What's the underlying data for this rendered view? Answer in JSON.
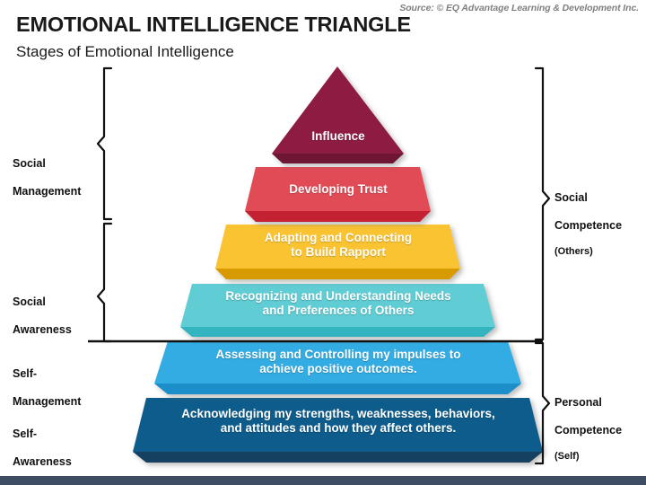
{
  "header": {
    "title": "EMOTIONAL INTELLIGENCE TRIANGLE",
    "subtitle": "Stages of Emotional Intelligence",
    "source": "Source: © EQ Advantage Learning & Development Inc."
  },
  "left_labels": [
    {
      "id": "social-management",
      "line1": "Social",
      "line2": "Management"
    },
    {
      "id": "social-awareness",
      "line1": "Social",
      "line2": "Awareness"
    },
    {
      "id": "self-management",
      "line1": "Self-",
      "line2": "Management"
    },
    {
      "id": "self-awareness",
      "line1": "Self-",
      "line2": "Awareness"
    }
  ],
  "right_labels": [
    {
      "id": "social-competence",
      "line1": "Social",
      "line2": "Competence",
      "line3": "(Others)"
    },
    {
      "id": "personal-competence",
      "line1": "Personal",
      "line2": "Competence",
      "line3": "(Self)"
    }
  ],
  "chart_data": {
    "type": "pyramid",
    "title": "EMOTIONAL INTELLIGENCE TRIANGLE",
    "subtitle": "Stages of Emotional Intelligence",
    "orientation": "apex-up",
    "levels": 6,
    "layers": [
      {
        "index": 1,
        "label": "Influence",
        "color": "#8E1F43",
        "side_color": "#6F1634",
        "stage": "Social Management",
        "competence": "Social Competence (Others)"
      },
      {
        "index": 2,
        "label": "Developing Trust",
        "color": "#E04C57",
        "side_color": "#C42231",
        "stage": "Social Management",
        "competence": "Social Competence (Others)"
      },
      {
        "index": 3,
        "label": "Adapting and Connecting\nto Build Rapport",
        "color": "#FAC332",
        "side_color": "#D79A05",
        "stage": "Social Management",
        "competence": "Social Competence (Others)"
      },
      {
        "index": 4,
        "label": "Recognizing and Understanding Needs\nand Preferences of Others",
        "color": "#60CCD4",
        "side_color": "#31B5C0",
        "stage": "Social Awareness",
        "competence": "Social Competence (Others)"
      },
      {
        "index": 5,
        "label": "Assessing and Controlling my impulses to\nachieve positive outcomes.",
        "color": "#33ACE3",
        "side_color": "#1C8ECA",
        "stage": "Self-Management",
        "competence": "Personal Competence (Self)"
      },
      {
        "index": 6,
        "label": "Acknowledging my strengths, weaknesses, behaviors,\nand attitudes and how they affect others.",
        "color": "#0F5C8C",
        "side_color": "#123F5E",
        "stage": "Self-Awareness",
        "competence": "Personal Competence (Self)"
      }
    ],
    "groupings": {
      "left": [
        "Social Management",
        "Social Awareness",
        "Self-Management",
        "Self-Awareness"
      ],
      "right": [
        "Social Competence (Others)",
        "Personal Competence (Self)"
      ]
    }
  },
  "colors": {
    "layer1": "#8E1F43",
    "layer2": "#E04C57",
    "layer3": "#FAC332",
    "layer4": "#60CCD4",
    "layer5": "#33ACE3",
    "layer6": "#0F5C8C",
    "footer_bar": "#3e4d63",
    "text_dark": "#1a1a1a",
    "source_gray": "#808080"
  }
}
